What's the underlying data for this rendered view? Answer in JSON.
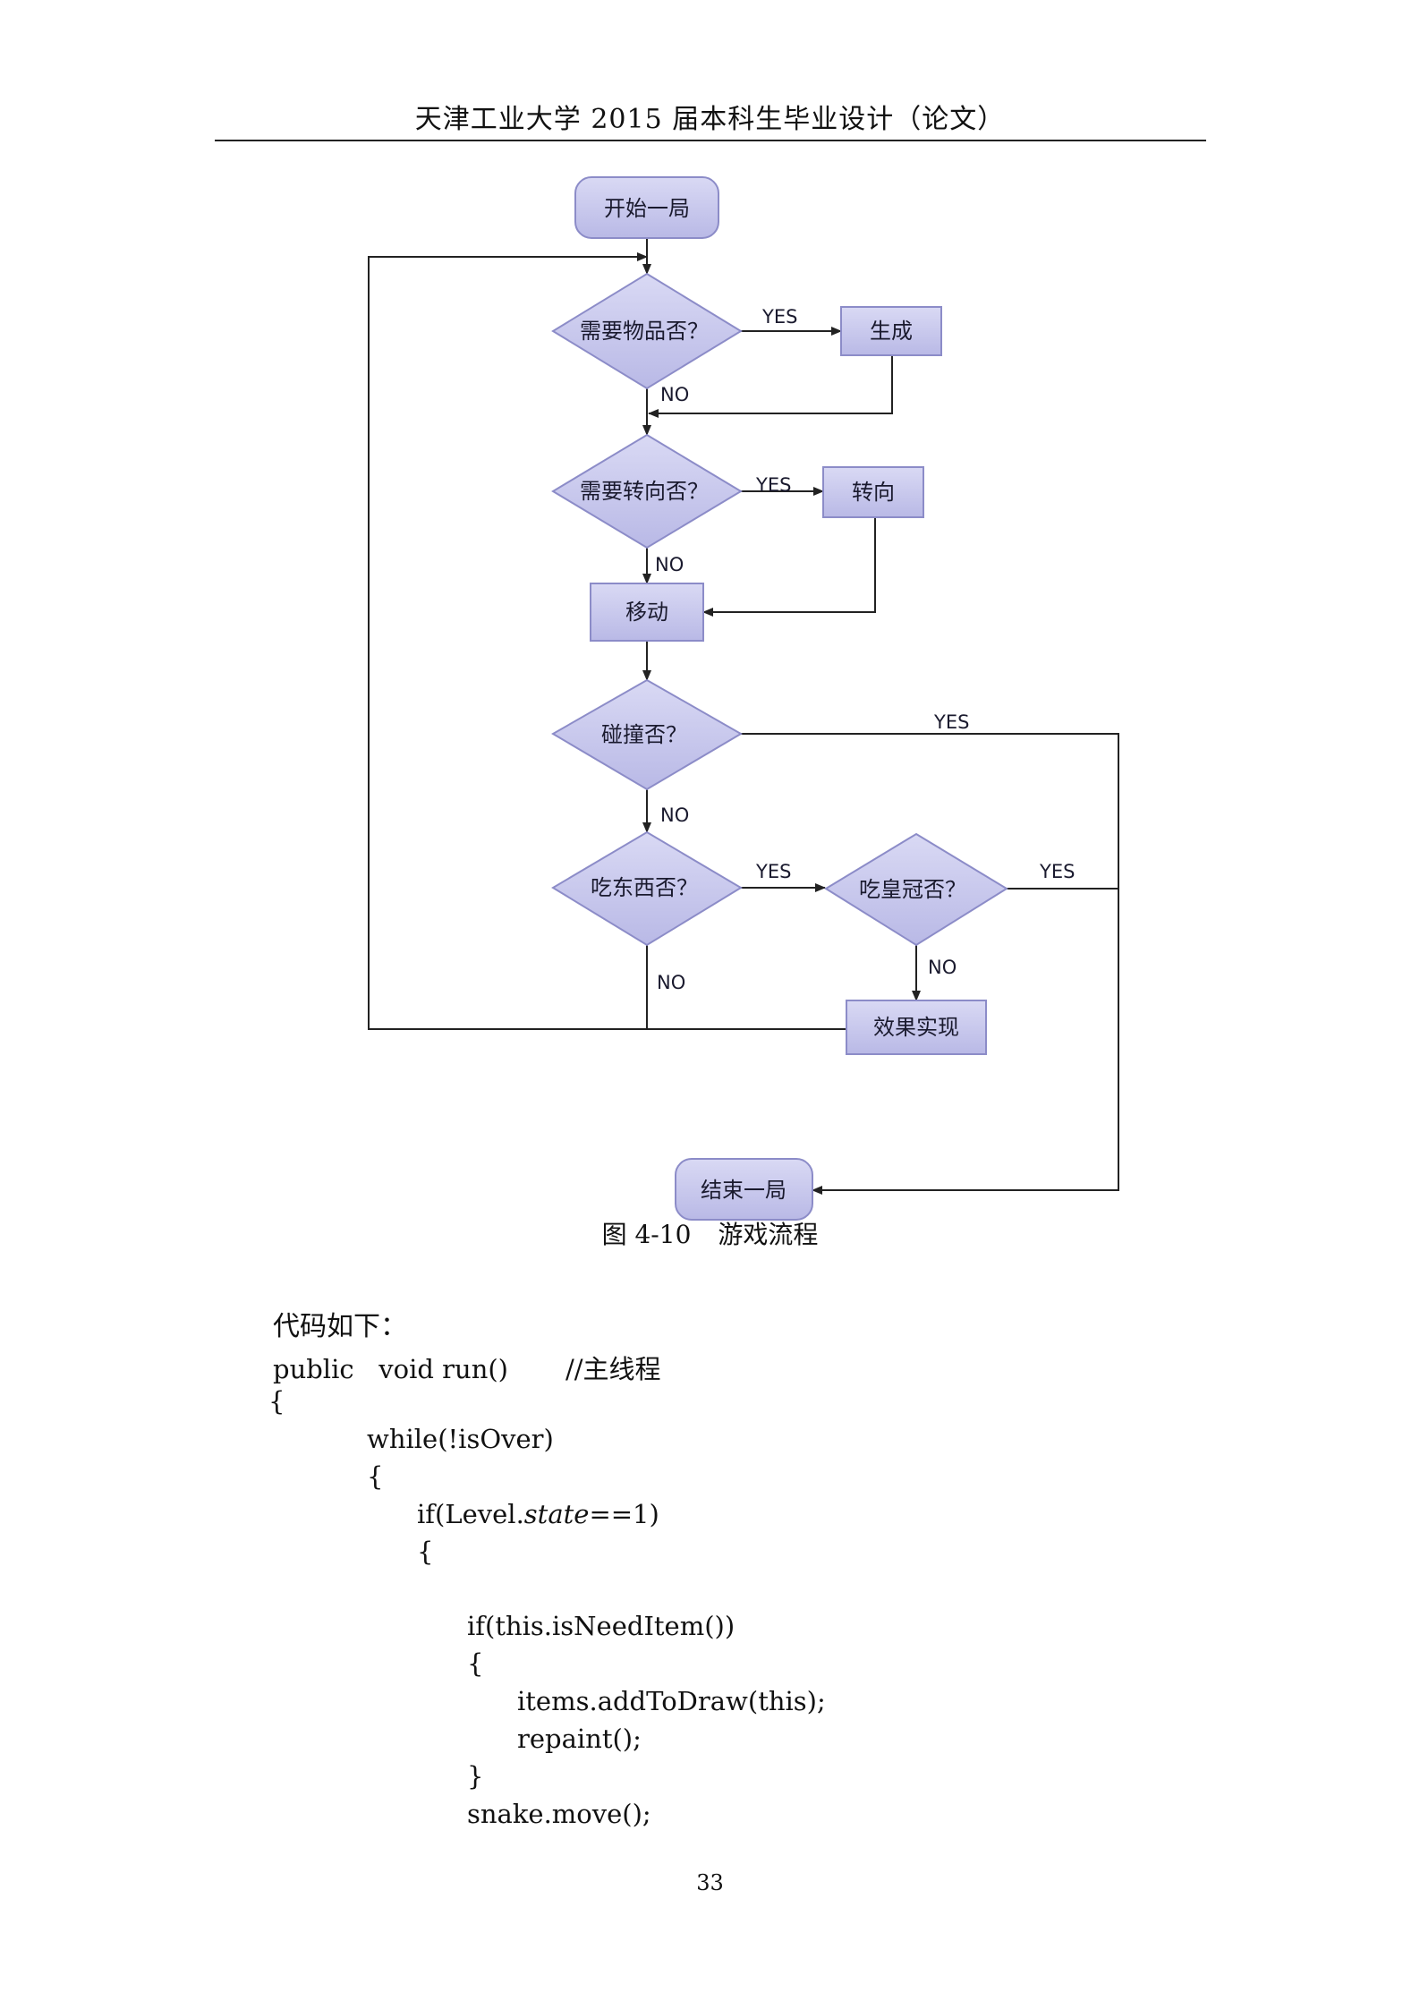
{
  "header": {
    "title": "天津工业大学 2015 届本科生毕业设计（论文）"
  },
  "flowchart": {
    "nodes": {
      "start": "开始一局",
      "need_item": "需要物品否？",
      "generate": "生成",
      "need_turn": "需要转向否？",
      "turn": "转向",
      "move": "移动",
      "collide": "碰撞否？",
      "eat": "吃东西否？",
      "crown": "吃皇冠否？",
      "effect": "效果实现",
      "end": "结束一局"
    },
    "edges": {
      "item_yes": "YES",
      "item_no": "NO",
      "turn_yes": "YES",
      "turn_no": "NO",
      "collide_yes": "YES",
      "collide_no": "NO",
      "eat_yes": "YES",
      "eat_no": "NO",
      "crown_yes": "YES",
      "crown_no": "NO"
    }
  },
  "caption": {
    "number": "图 4-10",
    "text": "游戏流程"
  },
  "intro": "代码如下：",
  "code": {
    "l1": "public   void run()",
    "l1_comment": "//主线程",
    "l2": "{",
    "l3": "while(!isOver)",
    "l4": "{",
    "l5_pre": "if(Level.",
    "l5_it": "state",
    "l5_post": "==1)",
    "l6": "{",
    "l7": "if(this.isNeedItem())",
    "l8": "{",
    "l9": "items.addToDraw(this);",
    "l10": "repaint();",
    "l11": "}",
    "l12": "snake.move();"
  },
  "page_number": "33",
  "colors": {
    "node_fill": "#c8c8ec",
    "node_stroke": "#8c8cc8",
    "line": "#222222"
  }
}
